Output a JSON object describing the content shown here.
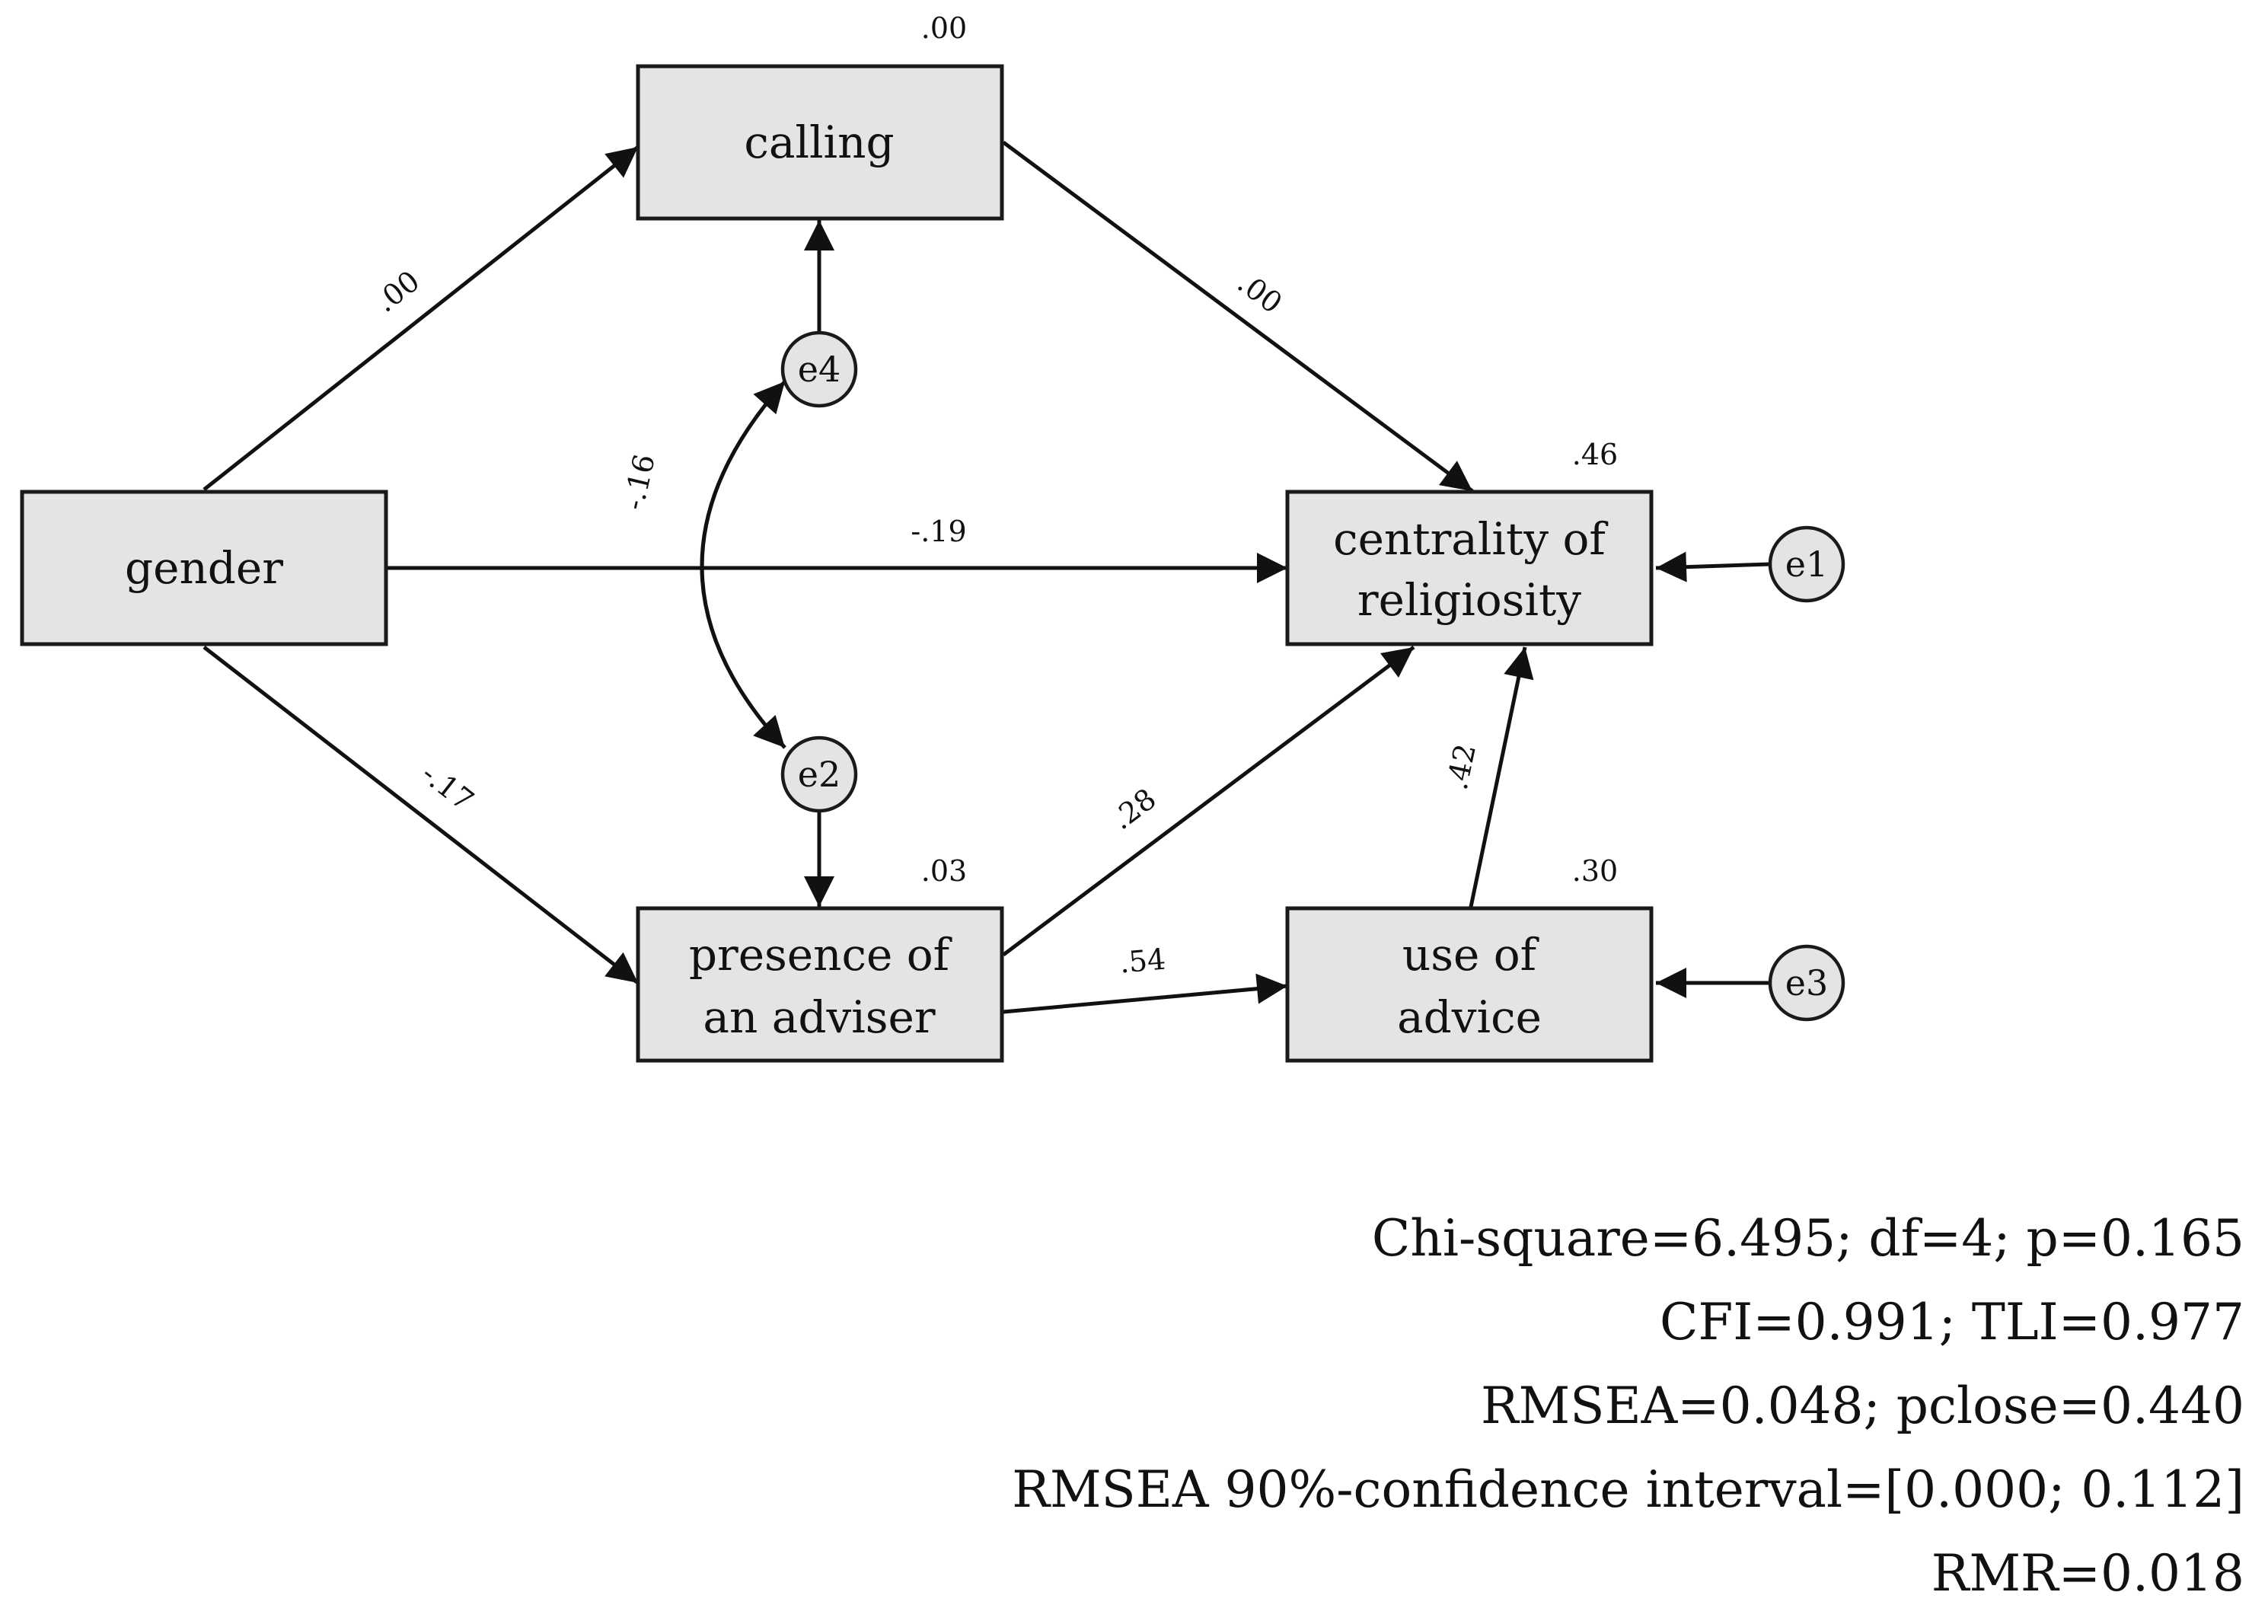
{
  "nodes": {
    "gender": {
      "label": "gender",
      "r2": ""
    },
    "calling": {
      "label": "calling",
      "r2": ".00"
    },
    "centrality": {
      "label_line1": "centrality of",
      "label_line2": "religiosity",
      "r2": ".46"
    },
    "adviser": {
      "label_line1": "presence of",
      "label_line2": "an adviser",
      "r2": ".03"
    },
    "advice": {
      "label_line1": "use of",
      "label_line2": "advice",
      "r2": ".30"
    }
  },
  "errors": {
    "e1": "e1",
    "e2": "e2",
    "e3": "e3",
    "e4": "e4"
  },
  "paths": {
    "gender_calling": ".00",
    "calling_centrality": ".00",
    "gender_centrality": "-.19",
    "gender_adviser": "-.17",
    "adviser_centrality": ".28",
    "adviser_advice": ".54",
    "advice_centrality": ".42",
    "e4_e2_covariance": "-.16"
  },
  "fit": {
    "line1": "Chi-square=6.495; df=4; p=0.165",
    "line2": "CFI=0.991; TLI=0.977",
    "line3": "RMSEA=0.048; pclose=0.440",
    "line4": "RMSEA 90%-confidence interval=[0.000; 0.112]",
    "line5": "RMR=0.018"
  }
}
